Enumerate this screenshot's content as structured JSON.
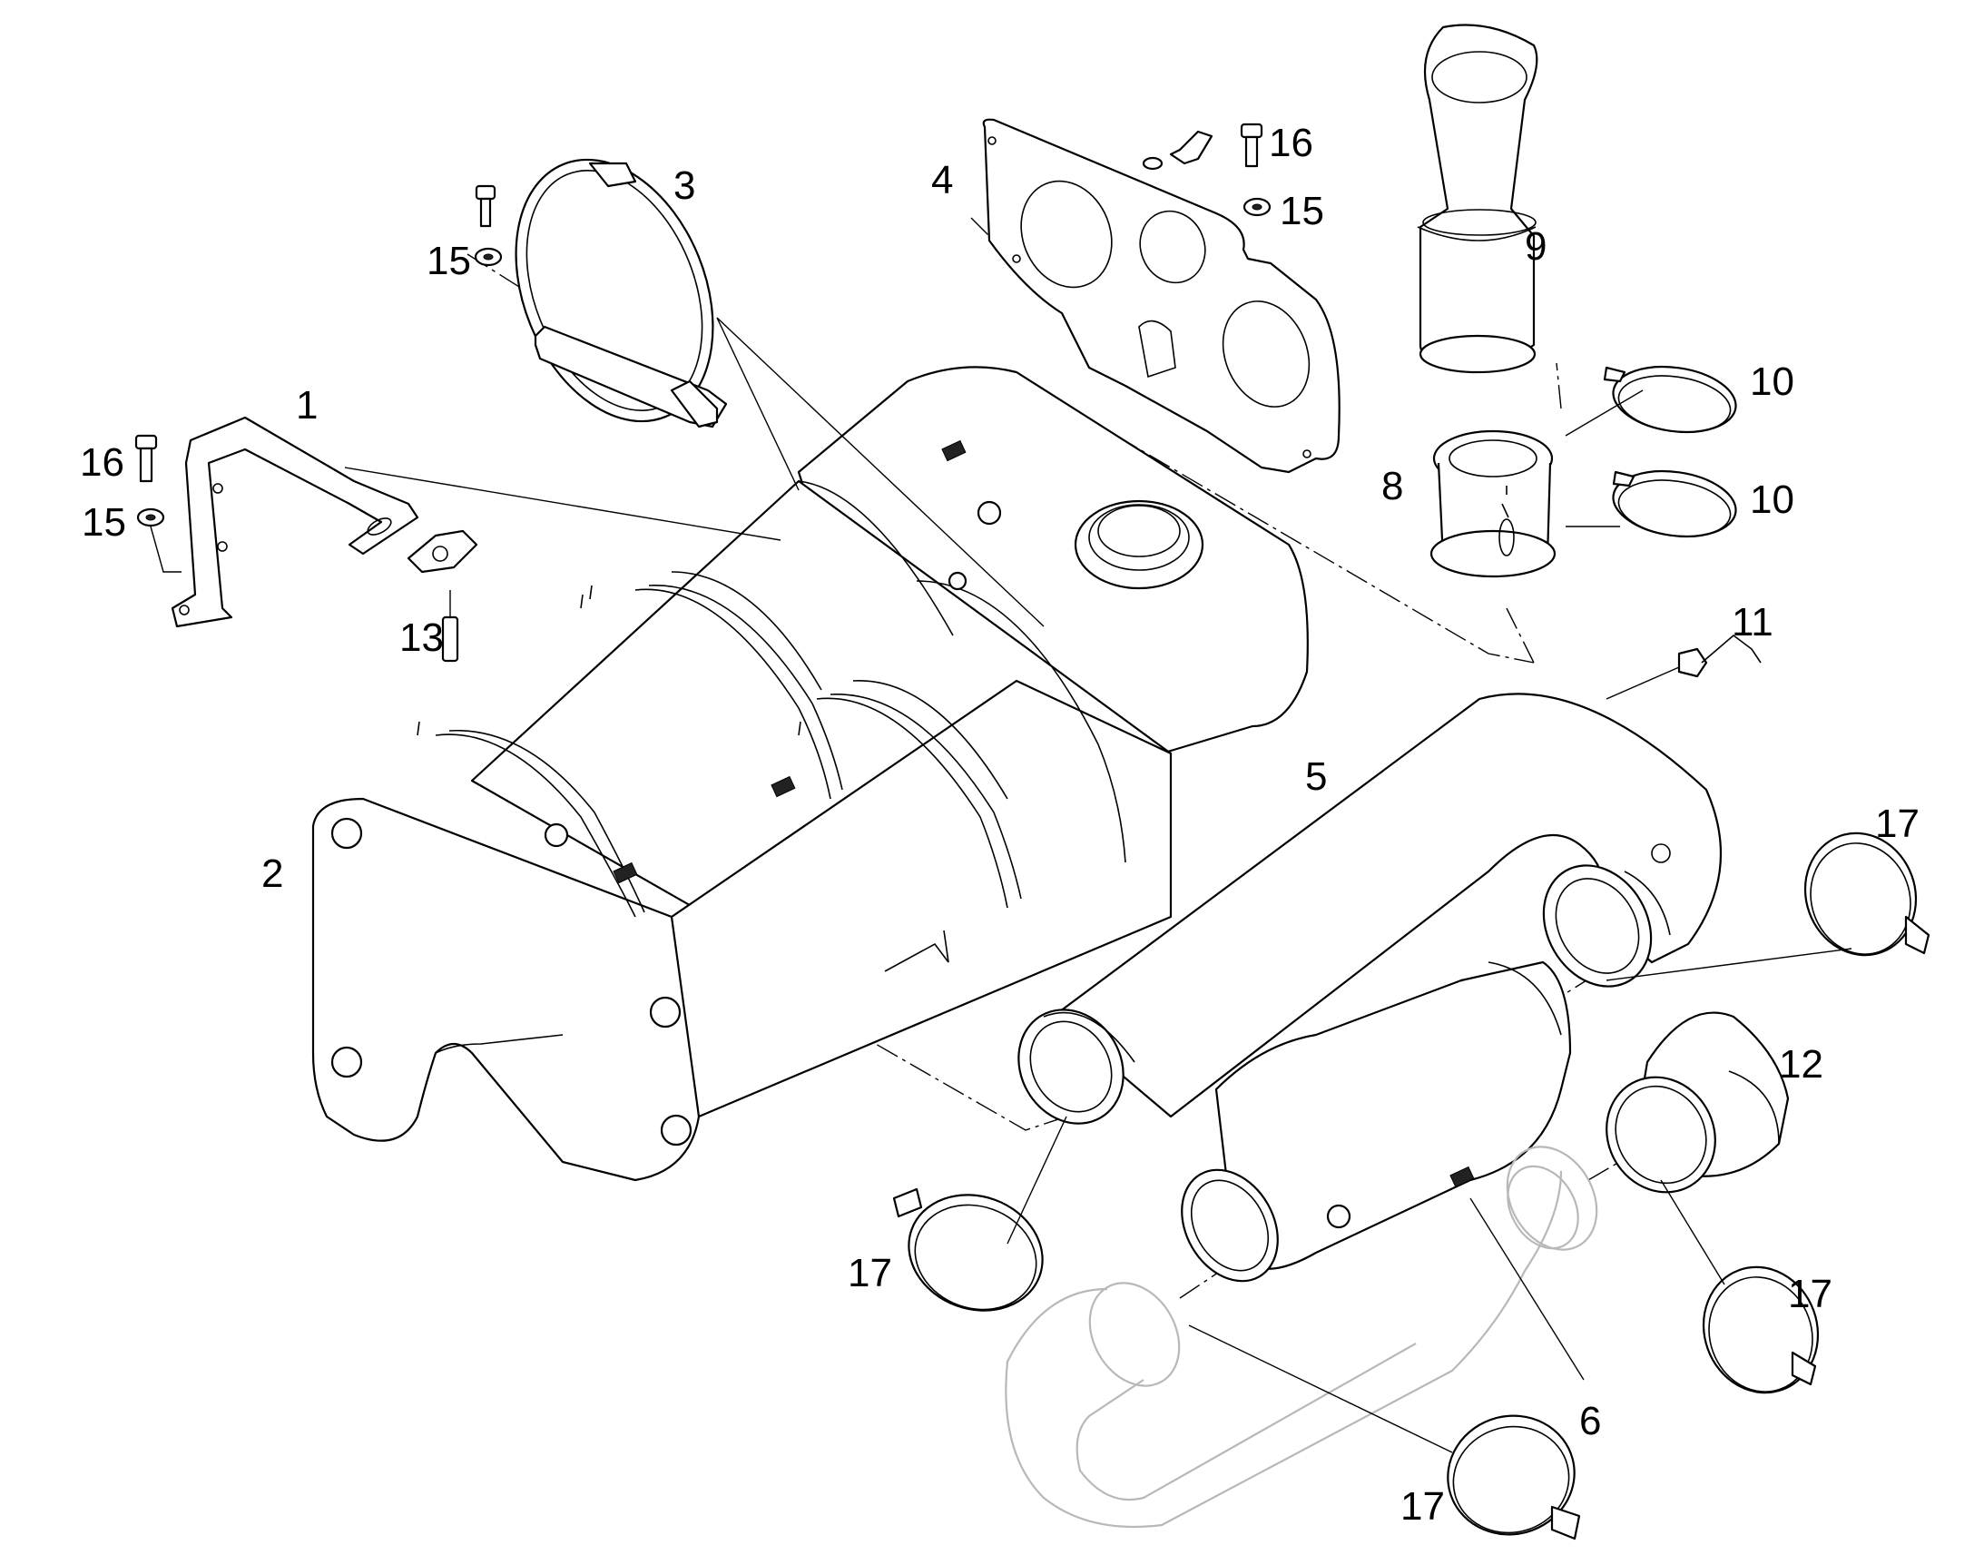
{
  "callouts": {
    "c1": "1",
    "c2": "2",
    "c3": "3",
    "c4": "4",
    "c5": "5",
    "c6": "6",
    "c8": "8",
    "c9": "9",
    "c10a": "10",
    "c10b": "10",
    "c11": "11",
    "c12": "12",
    "c13": "13",
    "c15a": "15",
    "c15b": "15",
    "c15c": "15",
    "c16a": "16",
    "c16b": "16",
    "c17a": "17",
    "c17b": "17",
    "c17c": "17",
    "c17d": "17"
  }
}
